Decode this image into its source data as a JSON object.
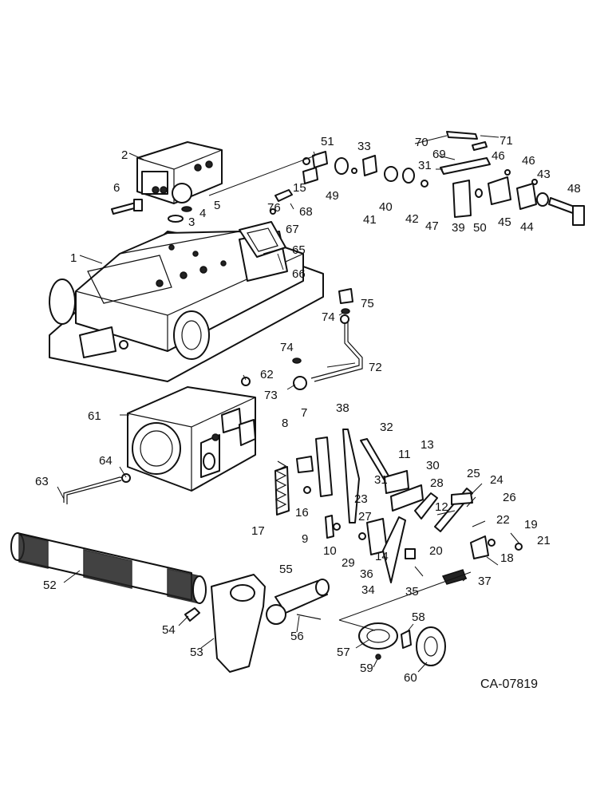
{
  "drawing_code": "CA-07819",
  "callouts": [
    {
      "id": "c1",
      "label": "1"
    },
    {
      "id": "c2",
      "label": "2"
    },
    {
      "id": "c3",
      "label": "3"
    },
    {
      "id": "c4",
      "label": "4"
    },
    {
      "id": "c5",
      "label": "5"
    },
    {
      "id": "c6",
      "label": "6"
    },
    {
      "id": "c7",
      "label": "7"
    },
    {
      "id": "c8",
      "label": "8"
    },
    {
      "id": "c9",
      "label": "9"
    },
    {
      "id": "c10",
      "label": "10"
    },
    {
      "id": "c11",
      "label": "11"
    },
    {
      "id": "c12",
      "label": "12"
    },
    {
      "id": "c13",
      "label": "13"
    },
    {
      "id": "c14",
      "label": "14"
    },
    {
      "id": "c15",
      "label": "15"
    },
    {
      "id": "c16",
      "label": "16"
    },
    {
      "id": "c17",
      "label": "17"
    },
    {
      "id": "c18",
      "label": "18"
    },
    {
      "id": "c19",
      "label": "19"
    },
    {
      "id": "c20",
      "label": "20"
    },
    {
      "id": "c21",
      "label": "21"
    },
    {
      "id": "c22",
      "label": "22"
    },
    {
      "id": "c23",
      "label": "23"
    },
    {
      "id": "c24",
      "label": "24"
    },
    {
      "id": "c25",
      "label": "25"
    },
    {
      "id": "c26",
      "label": "26"
    },
    {
      "id": "c27",
      "label": "27"
    },
    {
      "id": "c28",
      "label": "28"
    },
    {
      "id": "c29",
      "label": "29"
    },
    {
      "id": "c30",
      "label": "30"
    },
    {
      "id": "c31a",
      "label": "31"
    },
    {
      "id": "c31b",
      "label": "31"
    },
    {
      "id": "c32",
      "label": "32"
    },
    {
      "id": "c33",
      "label": "33"
    },
    {
      "id": "c34",
      "label": "34"
    },
    {
      "id": "c35",
      "label": "35"
    },
    {
      "id": "c36",
      "label": "36"
    },
    {
      "id": "c37",
      "label": "37"
    },
    {
      "id": "c38",
      "label": "38"
    },
    {
      "id": "c39",
      "label": "39"
    },
    {
      "id": "c40",
      "label": "40"
    },
    {
      "id": "c41",
      "label": "41"
    },
    {
      "id": "c42",
      "label": "42"
    },
    {
      "id": "c43",
      "label": "43"
    },
    {
      "id": "c44",
      "label": "44"
    },
    {
      "id": "c45",
      "label": "45"
    },
    {
      "id": "c46a",
      "label": "46"
    },
    {
      "id": "c46b",
      "label": "46"
    },
    {
      "id": "c47",
      "label": "47"
    },
    {
      "id": "c48",
      "label": "48"
    },
    {
      "id": "c49",
      "label": "49"
    },
    {
      "id": "c50",
      "label": "50"
    },
    {
      "id": "c51",
      "label": "51"
    },
    {
      "id": "c52",
      "label": "52"
    },
    {
      "id": "c53",
      "label": "53"
    },
    {
      "id": "c54",
      "label": "54"
    },
    {
      "id": "c55",
      "label": "55"
    },
    {
      "id": "c56",
      "label": "56"
    },
    {
      "id": "c57",
      "label": "57"
    },
    {
      "id": "c58",
      "label": "58"
    },
    {
      "id": "c59",
      "label": "59"
    },
    {
      "id": "c60",
      "label": "60"
    },
    {
      "id": "c61",
      "label": "61"
    },
    {
      "id": "c62",
      "label": "62"
    },
    {
      "id": "c63",
      "label": "63"
    },
    {
      "id": "c64",
      "label": "64"
    },
    {
      "id": "c65",
      "label": "65"
    },
    {
      "id": "c66",
      "label": "66"
    },
    {
      "id": "c67",
      "label": "67"
    },
    {
      "id": "c68",
      "label": "68"
    },
    {
      "id": "c69",
      "label": "69"
    },
    {
      "id": "c70",
      "label": "70"
    },
    {
      "id": "c71",
      "label": "71"
    },
    {
      "id": "c72",
      "label": "72"
    },
    {
      "id": "c73",
      "label": "73"
    },
    {
      "id": "c74a",
      "label": "74"
    },
    {
      "id": "c74b",
      "label": "74"
    },
    {
      "id": "c75",
      "label": "75"
    },
    {
      "id": "c76",
      "label": "76"
    }
  ]
}
